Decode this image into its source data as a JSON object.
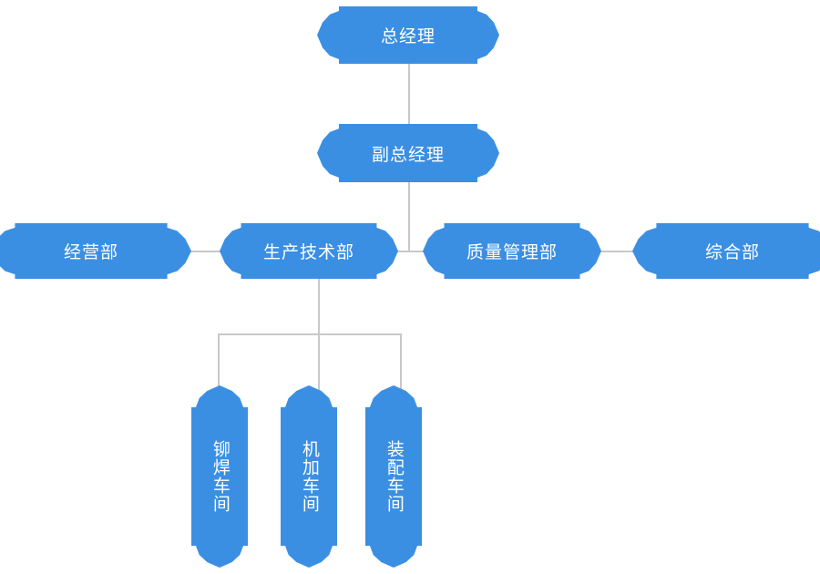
{
  "chart_data": {
    "type": "diagram",
    "diagram_type": "organization-chart",
    "title": "",
    "orientation": "top-down",
    "node_fill_color": "#3b8fe3",
    "node_text_color": "#ffffff",
    "connector_color": "#c8c8c8",
    "background_color": "#ffffff",
    "levels": [
      {
        "level": 1,
        "nodes": [
          "总经理"
        ]
      },
      {
        "level": 2,
        "nodes": [
          "副总经理"
        ]
      },
      {
        "level": 3,
        "nodes": [
          "经营部",
          "生产技术部",
          "质量管理部",
          "综合部"
        ]
      },
      {
        "level": 4,
        "nodes": [
          "铆焊车间",
          "机加车间",
          "装配车间"
        ]
      }
    ],
    "edges": [
      {
        "from": "总经理",
        "to": "副总经理"
      },
      {
        "from": "副总经理",
        "to": "经营部"
      },
      {
        "from": "副总经理",
        "to": "生产技术部"
      },
      {
        "from": "副总经理",
        "to": "质量管理部"
      },
      {
        "from": "副总经理",
        "to": "综合部"
      },
      {
        "from": "生产技术部",
        "to": "铆焊车间"
      },
      {
        "from": "生产技术部",
        "to": "机加车间"
      },
      {
        "from": "生产技术部",
        "to": "装配车间"
      }
    ]
  },
  "nodes": {
    "general_manager": {
      "label": "总经理"
    },
    "deputy_general_manager": {
      "label": "副总经理"
    },
    "operations_dept": {
      "label": "经营部"
    },
    "production_tech_dept": {
      "label": "生产技术部"
    },
    "quality_mgmt_dept": {
      "label": "质量管理部"
    },
    "general_affairs_dept": {
      "label": "综合部"
    },
    "welding_workshop": {
      "label": "铆焊车间"
    },
    "machining_workshop": {
      "label": "机加车间"
    },
    "assembly_workshop": {
      "label": "装配车间"
    }
  }
}
